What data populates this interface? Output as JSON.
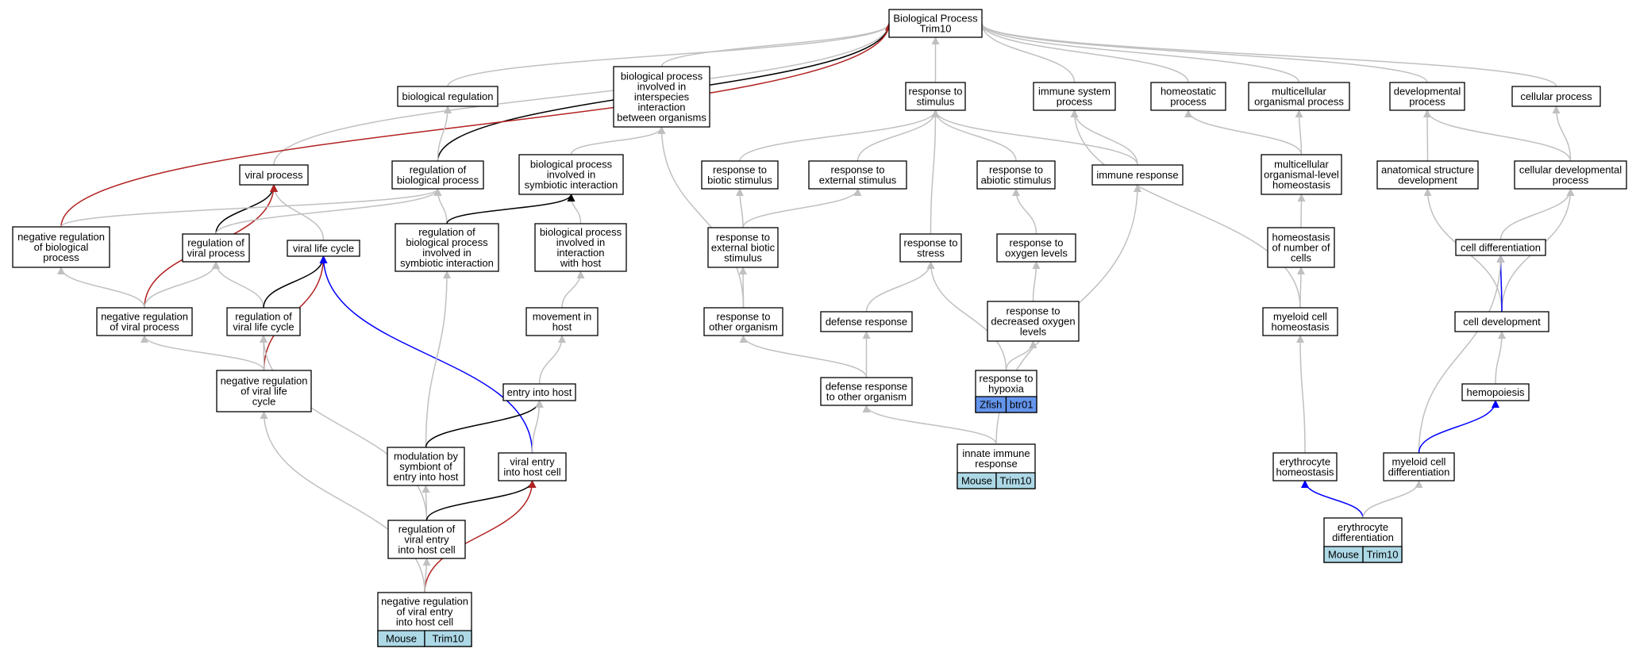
{
  "colors": {
    "gray": "#c0c0c0",
    "black": "#000000",
    "red": "#b22222",
    "blue": "#0000ff",
    "mouse_tag": "#add8e6",
    "zfish_tag": "#6495ed"
  },
  "nodes": [
    {
      "id": "root",
      "lines": [
        "Biological Process",
        "Trim10"
      ]
    },
    {
      "id": "bio_reg",
      "lines": [
        "biological regulation"
      ]
    },
    {
      "id": "bp_interspecies",
      "lines": [
        "biological process",
        "involved in",
        "interspecies",
        "interaction",
        "between organisms"
      ]
    },
    {
      "id": "resp_stim",
      "lines": [
        "response to",
        "stimulus"
      ]
    },
    {
      "id": "imm_sys",
      "lines": [
        "immune system",
        "process"
      ]
    },
    {
      "id": "homeo_proc",
      "lines": [
        "homeostatic",
        "process"
      ]
    },
    {
      "id": "multi_org",
      "lines": [
        "multicellular",
        "organismal process"
      ]
    },
    {
      "id": "dev_proc",
      "lines": [
        "developmental",
        "process"
      ]
    },
    {
      "id": "cell_proc",
      "lines": [
        "cellular process"
      ]
    },
    {
      "id": "viral_proc",
      "lines": [
        "viral process"
      ]
    },
    {
      "id": "reg_bio_proc",
      "lines": [
        "regulation of",
        "biological process"
      ]
    },
    {
      "id": "bp_symbiotic",
      "lines": [
        "biological process",
        "involved in",
        "symbiotic interaction"
      ]
    },
    {
      "id": "resp_biotic",
      "lines": [
        "response to",
        "biotic stimulus"
      ]
    },
    {
      "id": "resp_external",
      "lines": [
        "response to",
        "external stimulus"
      ]
    },
    {
      "id": "resp_abiotic",
      "lines": [
        "response to",
        "abiotic stimulus"
      ]
    },
    {
      "id": "imm_resp",
      "lines": [
        "immune response"
      ]
    },
    {
      "id": "multi_homeo",
      "lines": [
        "multicellular",
        "organismal-level",
        "homeostasis"
      ]
    },
    {
      "id": "anat_dev",
      "lines": [
        "anatomical structure",
        "development"
      ]
    },
    {
      "id": "cell_dev_proc",
      "lines": [
        "cellular developmental",
        "process"
      ]
    },
    {
      "id": "neg_reg_bio",
      "lines": [
        "negative regulation",
        "of biological",
        "process"
      ]
    },
    {
      "id": "reg_viral_proc",
      "lines": [
        "regulation of",
        "viral process"
      ]
    },
    {
      "id": "viral_life",
      "lines": [
        "viral life cycle"
      ]
    },
    {
      "id": "reg_bp_symb",
      "lines": [
        "regulation of",
        "biological process",
        "involved in",
        "symbiotic interaction"
      ]
    },
    {
      "id": "bp_with_host",
      "lines": [
        "biological process",
        "involved in",
        "interaction",
        "with host"
      ]
    },
    {
      "id": "resp_ext_biotic",
      "lines": [
        "response to",
        "external biotic",
        "stimulus"
      ]
    },
    {
      "id": "resp_stress",
      "lines": [
        "response to",
        "stress"
      ]
    },
    {
      "id": "resp_oxygen",
      "lines": [
        "response to",
        "oxygen levels"
      ]
    },
    {
      "id": "homeo_cells",
      "lines": [
        "homeostasis",
        "of number of",
        "cells"
      ]
    },
    {
      "id": "cell_diff",
      "lines": [
        "cell differentiation"
      ]
    },
    {
      "id": "neg_reg_viral",
      "lines": [
        "negative regulation",
        "of viral process"
      ]
    },
    {
      "id": "reg_viral_life",
      "lines": [
        "regulation of",
        "viral life cycle"
      ]
    },
    {
      "id": "movement_host",
      "lines": [
        "movement in",
        "host"
      ]
    },
    {
      "id": "resp_other_org",
      "lines": [
        "response to",
        "other organism"
      ]
    },
    {
      "id": "defense_resp",
      "lines": [
        "defense response"
      ]
    },
    {
      "id": "resp_decr_oxy",
      "lines": [
        "response to",
        "decreased oxygen",
        "levels"
      ]
    },
    {
      "id": "myeloid_homeo",
      "lines": [
        "myeloid cell",
        "homeostasis"
      ]
    },
    {
      "id": "cell_development",
      "lines": [
        "cell development"
      ]
    },
    {
      "id": "neg_reg_life",
      "lines": [
        "negative regulation",
        "of viral life",
        "cycle"
      ]
    },
    {
      "id": "entry_host",
      "lines": [
        "entry into host"
      ]
    },
    {
      "id": "def_other_org",
      "lines": [
        "defense response",
        "to other organism"
      ]
    },
    {
      "id": "resp_hypoxia",
      "lines": [
        "response to",
        "hypoxia"
      ],
      "tags": [
        "Zfish",
        "btr01"
      ],
      "tag_color": "zfish"
    },
    {
      "id": "hemopoiesis",
      "lines": [
        "hemopoiesis"
      ]
    },
    {
      "id": "modulation",
      "lines": [
        "modulation by",
        "symbiont of",
        "entry into host"
      ]
    },
    {
      "id": "viral_entry",
      "lines": [
        "viral entry",
        "into host cell"
      ]
    },
    {
      "id": "innate_imm",
      "lines": [
        "innate immune",
        "response"
      ],
      "tags": [
        "Mouse",
        "Trim10"
      ],
      "tag_color": "mouse"
    },
    {
      "id": "ery_homeo",
      "lines": [
        "erythrocyte",
        "homeostasis"
      ]
    },
    {
      "id": "myeloid_diff",
      "lines": [
        "myeloid cell",
        "differentiation"
      ]
    },
    {
      "id": "reg_viral_entry",
      "lines": [
        "regulation of",
        "viral entry",
        "into host cell"
      ]
    },
    {
      "id": "ery_diff",
      "lines": [
        "erythrocyte",
        "differentiation"
      ],
      "tags": [
        "Mouse",
        "Trim10"
      ],
      "tag_color": "mouse"
    },
    {
      "id": "neg_reg_entry",
      "lines": [
        "negative regulation",
        "of viral entry",
        "into host cell"
      ],
      "tags": [
        "Mouse",
        "Trim10"
      ],
      "tag_color": "mouse"
    }
  ],
  "edges": [
    {
      "from": "bio_reg",
      "to": "root",
      "color": "gray"
    },
    {
      "from": "bp_interspecies",
      "to": "root",
      "color": "gray"
    },
    {
      "from": "resp_stim",
      "to": "root",
      "color": "gray"
    },
    {
      "from": "imm_sys",
      "to": "root",
      "color": "gray"
    },
    {
      "from": "homeo_proc",
      "to": "root",
      "color": "gray"
    },
    {
      "from": "multi_org",
      "to": "root",
      "color": "gray"
    },
    {
      "from": "dev_proc",
      "to": "root",
      "color": "gray"
    },
    {
      "from": "cell_proc",
      "to": "root",
      "color": "gray"
    },
    {
      "from": "viral_proc",
      "to": "root",
      "color": "gray"
    },
    {
      "from": "reg_bio_proc",
      "to": "root",
      "color": "black"
    },
    {
      "from": "neg_reg_bio",
      "to": "root",
      "color": "red"
    },
    {
      "from": "reg_bio_proc",
      "to": "bio_reg",
      "color": "gray"
    },
    {
      "from": "bp_symbiotic",
      "to": "bp_interspecies",
      "color": "gray"
    },
    {
      "from": "resp_other_org",
      "to": "bp_interspecies",
      "color": "gray"
    },
    {
      "from": "resp_biotic",
      "to": "resp_stim",
      "color": "gray"
    },
    {
      "from": "resp_external",
      "to": "resp_stim",
      "color": "gray"
    },
    {
      "from": "resp_abiotic",
      "to": "resp_stim",
      "color": "gray"
    },
    {
      "from": "imm_resp",
      "to": "resp_stim",
      "color": "gray"
    },
    {
      "from": "resp_stress",
      "to": "resp_stim",
      "color": "gray"
    },
    {
      "from": "imm_resp",
      "to": "imm_sys",
      "color": "gray"
    },
    {
      "from": "myeloid_homeo",
      "to": "imm_sys",
      "color": "gray"
    },
    {
      "from": "multi_homeo",
      "to": "homeo_proc",
      "color": "gray"
    },
    {
      "from": "multi_homeo",
      "to": "multi_org",
      "color": "gray"
    },
    {
      "from": "anat_dev",
      "to": "dev_proc",
      "color": "gray"
    },
    {
      "from": "cell_dev_proc",
      "to": "dev_proc",
      "color": "gray"
    },
    {
      "from": "cell_dev_proc",
      "to": "cell_proc",
      "color": "gray"
    },
    {
      "from": "viral_life",
      "to": "viral_proc",
      "color": "gray"
    },
    {
      "from": "reg_viral_proc",
      "to": "viral_proc",
      "color": "black"
    },
    {
      "from": "neg_reg_viral",
      "to": "viral_proc",
      "color": "red"
    },
    {
      "from": "neg_reg_bio",
      "to": "reg_bio_proc",
      "color": "gray"
    },
    {
      "from": "reg_viral_proc",
      "to": "reg_bio_proc",
      "color": "gray"
    },
    {
      "from": "reg_bp_symb",
      "to": "reg_bio_proc",
      "color": "gray"
    },
    {
      "from": "bp_with_host",
      "to": "bp_symbiotic",
      "color": "gray"
    },
    {
      "from": "reg_bp_symb",
      "to": "bp_symbiotic",
      "color": "black"
    },
    {
      "from": "resp_ext_biotic",
      "to": "resp_biotic",
      "color": "gray"
    },
    {
      "from": "resp_ext_biotic",
      "to": "resp_external",
      "color": "gray"
    },
    {
      "from": "resp_oxygen",
      "to": "resp_abiotic",
      "color": "gray"
    },
    {
      "from": "innate_imm",
      "to": "imm_resp",
      "color": "gray"
    },
    {
      "from": "homeo_cells",
      "to": "multi_homeo",
      "color": "gray"
    },
    {
      "from": "cell_development",
      "to": "anat_dev",
      "color": "gray"
    },
    {
      "from": "cell_diff",
      "to": "cell_dev_proc",
      "color": "gray"
    },
    {
      "from": "cell_development",
      "to": "cell_dev_proc",
      "color": "gray"
    },
    {
      "from": "neg_reg_viral",
      "to": "neg_reg_bio",
      "color": "gray"
    },
    {
      "from": "neg_reg_viral",
      "to": "reg_viral_proc",
      "color": "gray"
    },
    {
      "from": "reg_viral_life",
      "to": "reg_viral_proc",
      "color": "gray"
    },
    {
      "from": "reg_viral_life",
      "to": "viral_life",
      "color": "black"
    },
    {
      "from": "neg_reg_life",
      "to": "viral_life",
      "color": "red"
    },
    {
      "from": "viral_entry",
      "to": "viral_life",
      "color": "blue"
    },
    {
      "from": "modulation",
      "to": "reg_bp_symb",
      "color": "gray"
    },
    {
      "from": "movement_host",
      "to": "bp_with_host",
      "color": "gray"
    },
    {
      "from": "resp_other_org",
      "to": "resp_ext_biotic",
      "color": "gray"
    },
    {
      "from": "def_other_org",
      "to": "resp_other_org",
      "color": "gray"
    },
    {
      "from": "defense_resp",
      "to": "resp_stress",
      "color": "gray"
    },
    {
      "from": "resp_hypoxia",
      "to": "resp_stress",
      "color": "gray"
    },
    {
      "from": "resp_decr_oxy",
      "to": "resp_oxygen",
      "color": "gray"
    },
    {
      "from": "myeloid_homeo",
      "to": "homeo_cells",
      "color": "gray"
    },
    {
      "from": "cell_development",
      "to": "cell_diff",
      "color": "blue"
    },
    {
      "from": "myeloid_diff",
      "to": "cell_diff",
      "color": "gray"
    },
    {
      "from": "neg_reg_life",
      "to": "neg_reg_viral",
      "color": "gray"
    },
    {
      "from": "neg_reg_life",
      "to": "reg_viral_life",
      "color": "gray"
    },
    {
      "from": "reg_viral_entry",
      "to": "reg_viral_life",
      "color": "gray"
    },
    {
      "from": "entry_host",
      "to": "movement_host",
      "color": "gray"
    },
    {
      "from": "def_other_org",
      "to": "defense_resp",
      "color": "gray"
    },
    {
      "from": "resp_hypoxia",
      "to": "resp_decr_oxy",
      "color": "gray"
    },
    {
      "from": "ery_homeo",
      "to": "myeloid_homeo",
      "color": "gray"
    },
    {
      "from": "hemopoiesis",
      "to": "cell_development",
      "color": "gray"
    },
    {
      "from": "neg_reg_entry",
      "to": "neg_reg_life",
      "color": "gray"
    },
    {
      "from": "modulation",
      "to": "entry_host",
      "color": "black"
    },
    {
      "from": "viral_entry",
      "to": "entry_host",
      "color": "gray"
    },
    {
      "from": "innate_imm",
      "to": "def_other_org",
      "color": "gray"
    },
    {
      "from": "myeloid_diff",
      "to": "hemopoiesis",
      "color": "blue"
    },
    {
      "from": "reg_viral_entry",
      "to": "modulation",
      "color": "gray"
    },
    {
      "from": "reg_viral_entry",
      "to": "viral_entry",
      "color": "black"
    },
    {
      "from": "neg_reg_entry",
      "to": "viral_entry",
      "color": "red"
    },
    {
      "from": "ery_diff",
      "to": "ery_homeo",
      "color": "blue"
    },
    {
      "from": "ery_diff",
      "to": "myeloid_diff",
      "color": "gray"
    },
    {
      "from": "neg_reg_entry",
      "to": "reg_viral_entry",
      "color": "gray"
    }
  ]
}
